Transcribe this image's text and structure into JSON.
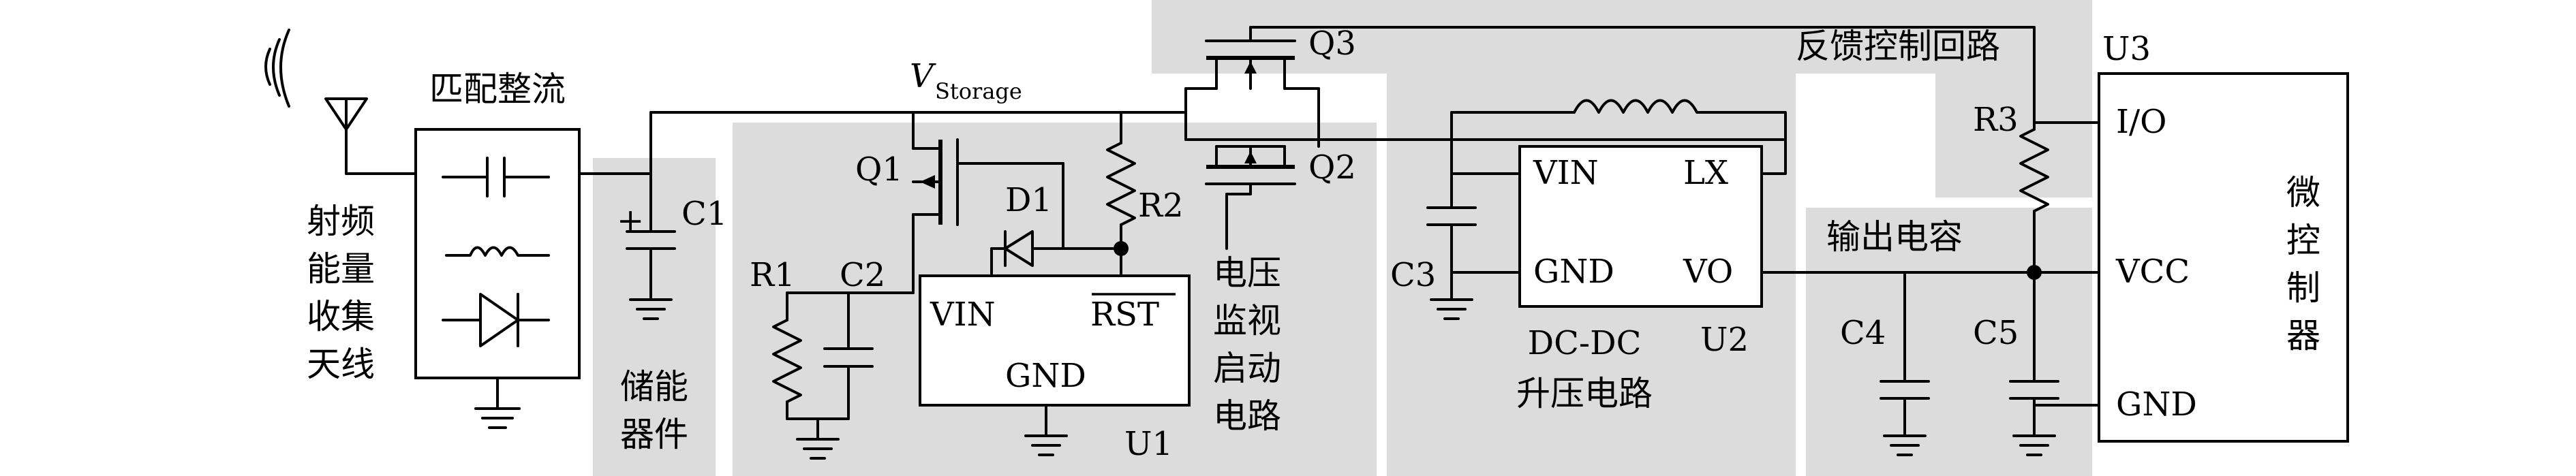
{
  "labels": {
    "antenna_block": [
      "射频",
      "能量",
      "收集",
      "天线"
    ],
    "match_rect": "匹配整流",
    "storage_block": [
      "储能",
      "器件"
    ],
    "vstorage_main": "V",
    "vstorage_sub": "Storage",
    "monitor_block": [
      "电压",
      "监视",
      "启动",
      "电路"
    ],
    "boost_block": [
      "DC-DC",
      "升压电路"
    ],
    "feedback_block": "反馈控制回路",
    "output_cap_block": "输出电容",
    "mcu_block": [
      "微",
      "控",
      "制",
      "器"
    ]
  },
  "components": {
    "C1": "C1",
    "C2": "C2",
    "C3": "C3",
    "C4": "C4",
    "C5": "C5",
    "R1": "R1",
    "R2": "R2",
    "R3": "R3",
    "Q1": "Q1",
    "Q2": "Q2",
    "Q3": "Q3",
    "D1": "D1",
    "U1": "U1",
    "U2": "U2",
    "U3": "U3"
  },
  "pins": {
    "u1_vin": "VIN",
    "u1_rst": "RST",
    "u1_gnd": "GND",
    "u2_vin": "VIN",
    "u2_lx": "LX",
    "u2_gnd": "GND",
    "u2_vo": "VO",
    "u3_io": "I/O",
    "u3_vcc": "VCC",
    "u3_gnd": "GND"
  },
  "c1_polarity": "+"
}
